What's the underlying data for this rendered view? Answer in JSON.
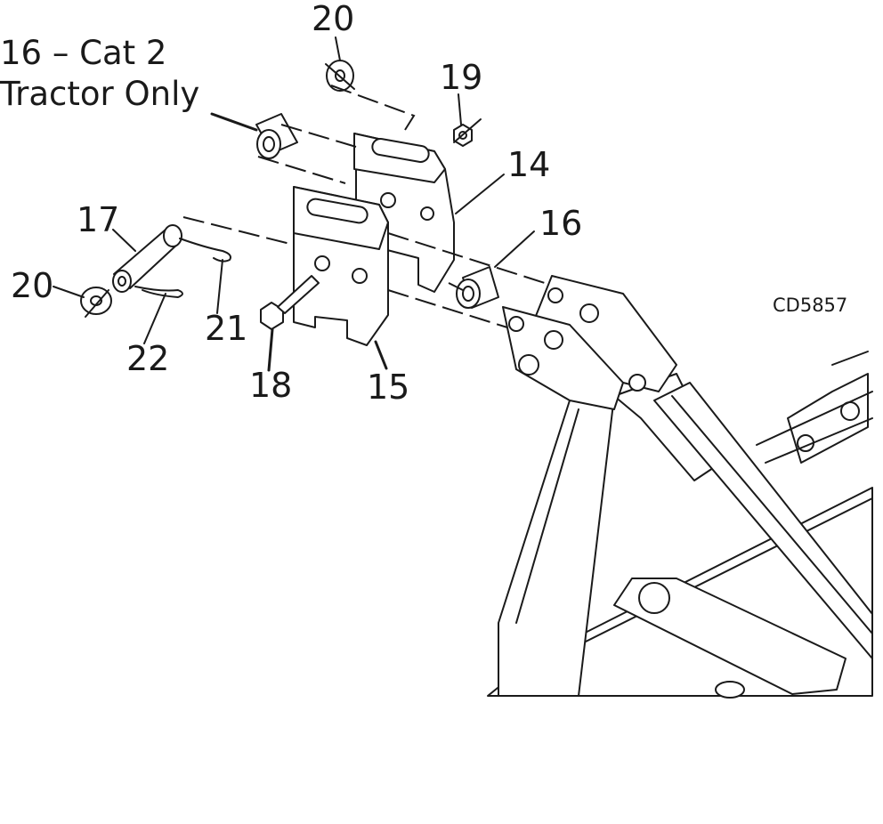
{
  "title_lines": [
    "16 – Cat 2",
    "Tractor Only"
  ],
  "drawing_code": "CD5857",
  "callouts": {
    "c14": "14",
    "c15": "15",
    "c16": "16",
    "c17": "17",
    "c18": "18",
    "c19": "19",
    "c20_top": "20",
    "c20_left": "20",
    "c21": "21",
    "c22": "22"
  }
}
